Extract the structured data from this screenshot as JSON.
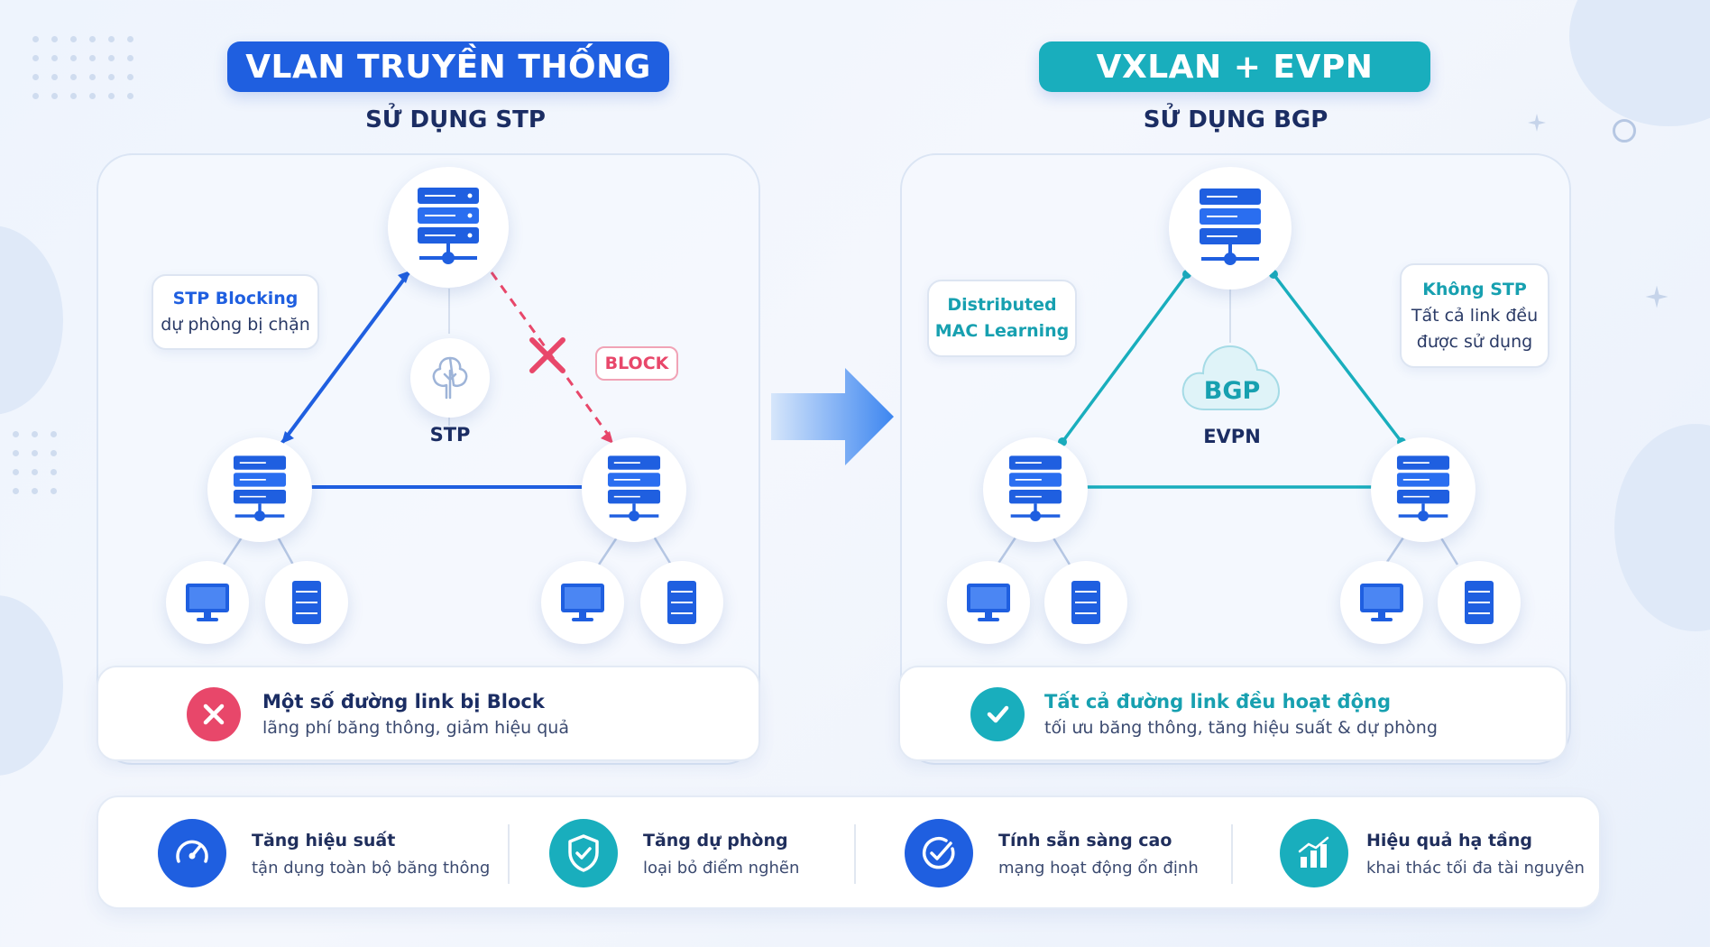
{
  "left": {
    "title": "VLAN TRUYỀN THỐNG",
    "subtitle": "SỬ DỤNG STP",
    "center_label": "STP",
    "block_tag": "BLOCK",
    "callout": {
      "title": "STP Blocking",
      "text": "dự phòng bị chặn"
    },
    "status": {
      "title": "Một số đường link bị Block",
      "desc": "lãng phí băng thông, giảm hiệu quả"
    }
  },
  "right": {
    "title": "VXLAN + EVPN",
    "subtitle": "SỬ DỤNG BGP",
    "cloud_label": "BGP",
    "center_label": "EVPN",
    "callout_left": {
      "line1": "Distributed",
      "line2": "MAC Learning"
    },
    "callout_right": {
      "title": "Không STP",
      "line1": "Tất cả link đều",
      "line2": "được sử dụng"
    },
    "status": {
      "title": "Tất cả đường link đều hoạt động",
      "desc": "tối ưu băng thông, tăng hiệu suất & dự phòng"
    }
  },
  "features": [
    {
      "icon": "speedometer-icon",
      "title": "Tăng hiệu suất",
      "desc": "tận dụng toàn bộ băng thông"
    },
    {
      "icon": "shield-check-icon",
      "title": "Tăng dự phòng",
      "desc": "loại bỏ điểm nghẽn"
    },
    {
      "icon": "check-circle-icon",
      "title": "Tính sẵn sàng cao",
      "desc": "mạng hoạt động ổn định"
    },
    {
      "icon": "bar-chart-icon",
      "title": "Hiệu quả hạ tầng",
      "desc": "khai thác tối đa tài nguyên"
    }
  ],
  "colors": {
    "blue": "#1f5fe0",
    "teal": "#19aebd",
    "red": "#e8476a",
    "navy": "#1b2d63"
  }
}
